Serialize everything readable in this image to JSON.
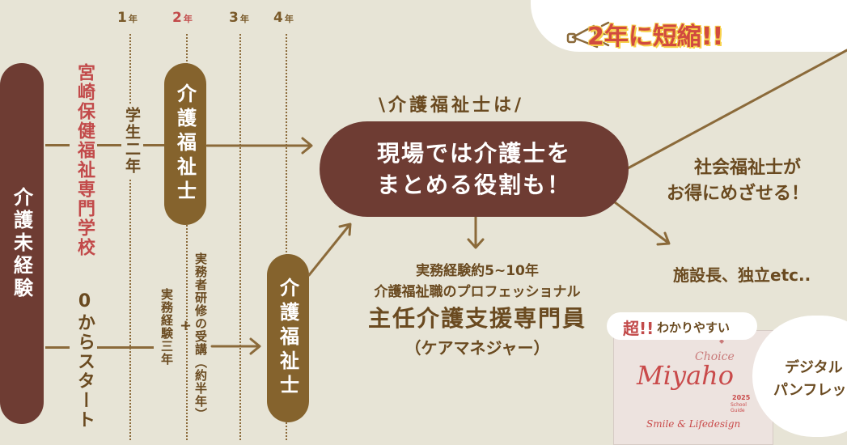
{
  "years": [
    {
      "num": "1",
      "unit": "年"
    },
    {
      "num": "2",
      "unit": "年"
    },
    {
      "num": "3",
      "unit": "年"
    },
    {
      "num": "4",
      "unit": "年"
    }
  ],
  "promo": {
    "text": "2年に短縮!!"
  },
  "start_pill": "介護未経験",
  "school_label": "宮崎保健福祉専門学校",
  "zero_start": "0からスタート",
  "student_years": "学生二年",
  "fukushishi_pill_1": "介護福祉士",
  "fukushishi_pill_2": "介護福祉士",
  "practice_label": "実務経験三年",
  "plus": "+",
  "training_label": "実務者研修の受講（約半年）",
  "center": {
    "heading": "\\介護福祉士は/",
    "line1": "現場では介護士を",
    "line2": "まとめる役割も！"
  },
  "right": {
    "social": "社会福祉士が",
    "social2": "お得にめざせる！",
    "facility": "施設長、独立etc.."
  },
  "bottom_center": {
    "exp": "実務経験約5~10年",
    "pro": "介護福祉職のプロフェッショナル",
    "role": "主任介護支援専門員",
    "sub": "（ケアマネジャー）"
  },
  "brochure": {
    "badge_lead": "超!!",
    "badge_text": "わかりやすい",
    "tag": "Choice",
    "title": "Miyaho",
    "year": "2025",
    "sub": "School Guide",
    "footer": "Smile & Lifedesign"
  },
  "digital": {
    "line1": "デジタル",
    "line2": "パンフレッ"
  },
  "colors": {
    "background": "#e7e4d6",
    "dark_pill": "#6e3c33",
    "gold_pill": "#85632d",
    "accent_red": "#c24a4a",
    "promo_red": "#d14a3f",
    "promo_yellow": "#f7d14b"
  }
}
